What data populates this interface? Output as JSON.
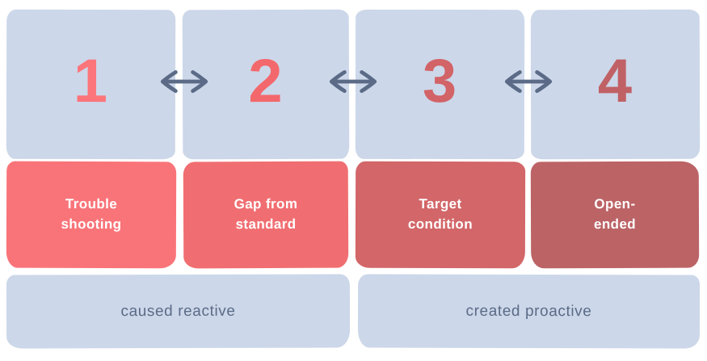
{
  "diagram": {
    "steps": [
      {
        "number": "1",
        "label_line1": "Trouble",
        "label_line2": "shooting",
        "number_color": "#fb757b",
        "box_color": "#f97479"
      },
      {
        "number": "2",
        "label_line1": "Gap from",
        "label_line2": "standard",
        "number_color": "#f3686c",
        "box_color": "#f06e71"
      },
      {
        "number": "3",
        "label_line1": "Target",
        "label_line2": "condition",
        "number_color": "#d26367",
        "box_color": "#d26669"
      },
      {
        "number": "4",
        "label_line1": "Open-",
        "label_line2": "ended",
        "number_color": "#c06166",
        "box_color": "#bc6366"
      }
    ],
    "footers": [
      {
        "label": "caused reactive"
      },
      {
        "label": "created proactive"
      }
    ],
    "icons": {
      "between_steps": "double-headed-arrow-icon"
    },
    "colors": {
      "panel_blue": "#ccd7e9",
      "arrow_slate": "#5b6b87",
      "label_text": "#ffffff",
      "background": "#ffffff"
    }
  }
}
